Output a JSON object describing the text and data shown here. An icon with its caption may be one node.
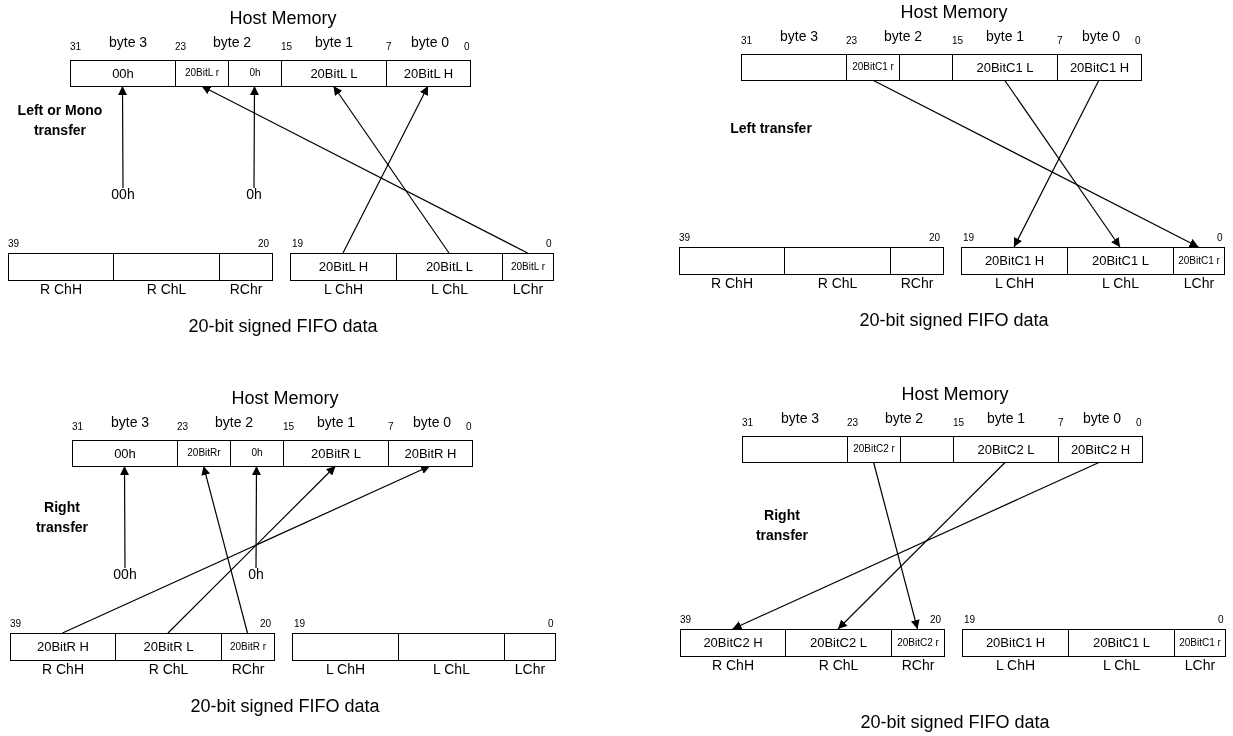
{
  "diagram": {
    "nodes": [
      {
        "text": [
          "00h"
        ]
      },
      {
        "text": [
          "20BitL r"
        ]
      },
      {
        "text": [
          "0h"
        ]
      },
      {
        "text": [
          "20BitL L"
        ]
      },
      {
        "text": [
          "20BitL H"
        ]
      },
      {
        "text": [
          "00h"
        ]
      },
      {
        "text": [
          "0h"
        ]
      },
      {
        "text": [],
        "shape": "box",
        "beside": [
          "R ChH"
        ]
      },
      {
        "text": [],
        "shape": "box",
        "beside": [
          "R ChL"
        ]
      },
      {
        "text": [],
        "shape": "box",
        "beside": [
          "RChr"
        ]
      },
      {
        "text": [
          "20BitL H"
        ],
        "beside": [
          "L ChH"
        ]
      },
      {
        "text": [
          "20BitL L"
        ],
        "beside": [
          "L ChL"
        ]
      },
      {
        "text": [
          "20BitL r"
        ],
        "beside": [
          "LChr"
        ]
      },
      {
        "text": [],
        "shape": "box"
      },
      {
        "text": [
          "20BitC1 r"
        ]
      },
      {
        "text": [],
        "shape": "box"
      },
      {
        "text": [
          "20BitC1 L"
        ]
      },
      {
        "text": [
          "20BitC1 H"
        ]
      },
      {
        "text": [],
        "shape": "box",
        "beside": [
          "R ChH"
        ]
      },
      {
        "text": [],
        "shape": "box",
        "beside": [
          "R ChL"
        ]
      },
      {
        "text": [],
        "shape": "box",
        "beside": [
          "RChr"
        ]
      },
      {
        "text": [
          "20BitC1 H"
        ],
        "beside": [
          "L ChH"
        ]
      },
      {
        "text": [
          "20BitC1 L"
        ],
        "beside": [
          "L ChL"
        ]
      },
      {
        "text": [
          "20BitC1 r"
        ],
        "beside": [
          "LChr"
        ]
      },
      {
        "text": [
          "00h"
        ]
      },
      {
        "text": [
          "20BitRr"
        ]
      },
      {
        "text": [
          "0h"
        ]
      },
      {
        "text": [
          "20BitR L"
        ]
      },
      {
        "text": [
          "20BitR H"
        ]
      },
      {
        "text": [
          "00h"
        ]
      },
      {
        "text": [
          "0h"
        ]
      },
      {
        "text": [
          "20BitR H"
        ],
        "beside": [
          "R ChH"
        ]
      },
      {
        "text": [
          "20BitR L"
        ],
        "beside": [
          "R ChL"
        ]
      },
      {
        "text": [
          "20BitR r"
        ],
        "beside": [
          "RChr"
        ]
      },
      {
        "text": [],
        "shape": "box",
        "beside": [
          "L ChH"
        ]
      },
      {
        "text": [],
        "shape": "box",
        "beside": [
          "L ChL"
        ]
      },
      {
        "text": [],
        "shape": "box",
        "beside": [
          "LChr"
        ]
      },
      {
        "text": [],
        "shape": "box"
      },
      {
        "text": [
          "20BitC2 r"
        ]
      },
      {
        "text": [],
        "shape": "box"
      },
      {
        "text": [
          "20BitC2 L"
        ]
      },
      {
        "text": [
          "20BitC2 H"
        ]
      },
      {
        "text": [
          "20BitC2 H"
        ],
        "beside": [
          "R ChH"
        ]
      },
      {
        "text": [
          "20BitC2 L"
        ],
        "beside": [
          "R ChL"
        ]
      },
      {
        "text": [
          "20BitC2 r"
        ],
        "beside": [
          "RChr"
        ]
      },
      {
        "text": [
          "20BitC1 H"
        ],
        "beside": [
          "L ChH"
        ]
      },
      {
        "text": [
          "20BitC1 L"
        ],
        "beside": [
          "L ChL"
        ]
      },
      {
        "text": [
          "20BitC1 r"
        ],
        "beside": [
          "LChr"
        ]
      }
    ],
    "edges": [
      {
        "from": 5,
        "to": 0,
        "arrow": "to"
      },
      {
        "from": 6,
        "to": 2,
        "arrow": "to"
      },
      {
        "from": 10,
        "to": 4,
        "arrow": "to"
      },
      {
        "from": 11,
        "to": 3,
        "arrow": "to"
      },
      {
        "from": 12,
        "to": 1,
        "arrow": "to"
      },
      {
        "from": 14,
        "to": 23,
        "arrow": "to"
      },
      {
        "from": 16,
        "to": 22,
        "arrow": "to"
      },
      {
        "from": 17,
        "to": 21,
        "arrow": "to"
      },
      {
        "from": 29,
        "to": 24,
        "arrow": "to"
      },
      {
        "from": 30,
        "to": 26,
        "arrow": "to"
      },
      {
        "from": 31,
        "to": 28,
        "arrow": "to"
      },
      {
        "from": 32,
        "to": 27,
        "arrow": "to"
      },
      {
        "from": 33,
        "to": 25,
        "arrow": "to"
      },
      {
        "from": 41,
        "to": 42,
        "arrow": "to"
      },
      {
        "from": 40,
        "to": 43,
        "arrow": "to"
      },
      {
        "from": 38,
        "to": 44,
        "arrow": "to"
      }
    ],
    "labels": [
      "Host Memory",
      "31",
      "byte 3",
      "23",
      "byte 2",
      "15",
      "byte 1",
      "7",
      "byte 0",
      "0",
      "Left or Mono transfer",
      "39",
      "20",
      "19",
      "0",
      "20-bit signed FIFO data",
      "Host Memory",
      "31",
      "byte 3",
      "23",
      "byte 2",
      "15",
      "byte 1",
      "7",
      "byte 0",
      "0",
      "Left transfer",
      "39",
      "20",
      "19",
      "0",
      "20-bit signed FIFO data",
      "Host Memory",
      "31",
      "byte 3",
      "23",
      "byte 2",
      "15",
      "byte 1",
      "7",
      "byte 0",
      "0",
      "Right transfer",
      "39",
      "20",
      "19",
      "0",
      "20-bit signed FIFO data",
      "Host Memory",
      "31",
      "byte 3",
      "23",
      "byte 2",
      "15",
      "byte 1",
      "7",
      "byte 0",
      "0",
      "Right transfer",
      "39",
      "20",
      "19",
      "0",
      "20-bit signed FIFO data"
    ]
  }
}
